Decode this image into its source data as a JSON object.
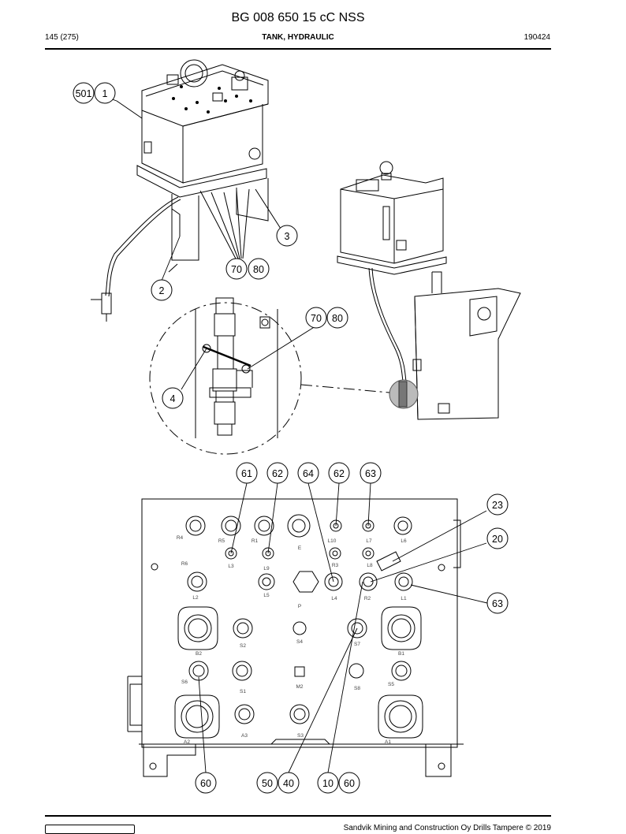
{
  "header": {
    "doc_id": "BG 008 650 15 cC NSS",
    "page": "145 (275)",
    "section": "TANK, HYDRAULIC",
    "date": "190424"
  },
  "footer": {
    "copyright": "Sandvik Mining and Construction Oy Drills Tampere © 2019"
  },
  "callouts": [
    "501",
    "1",
    "3",
    "70",
    "80",
    "2",
    "70",
    "80",
    "4",
    "61",
    "62",
    "64",
    "62",
    "63",
    "23",
    "20",
    "63",
    "60",
    "50",
    "40",
    "10",
    "60"
  ],
  "port_labels": [
    "R4",
    "R5",
    "R1",
    "E",
    "L10",
    "L7",
    "L6",
    "R6",
    "L3",
    "L9",
    "R3",
    "L8",
    "L2",
    "L5",
    "P",
    "L4",
    "R2",
    "L1",
    "S2",
    "S4",
    "S7",
    "B2",
    "B1",
    "S6",
    "S1",
    "M2",
    "S8",
    "S5",
    "A3",
    "S3",
    "A2",
    "A1"
  ]
}
